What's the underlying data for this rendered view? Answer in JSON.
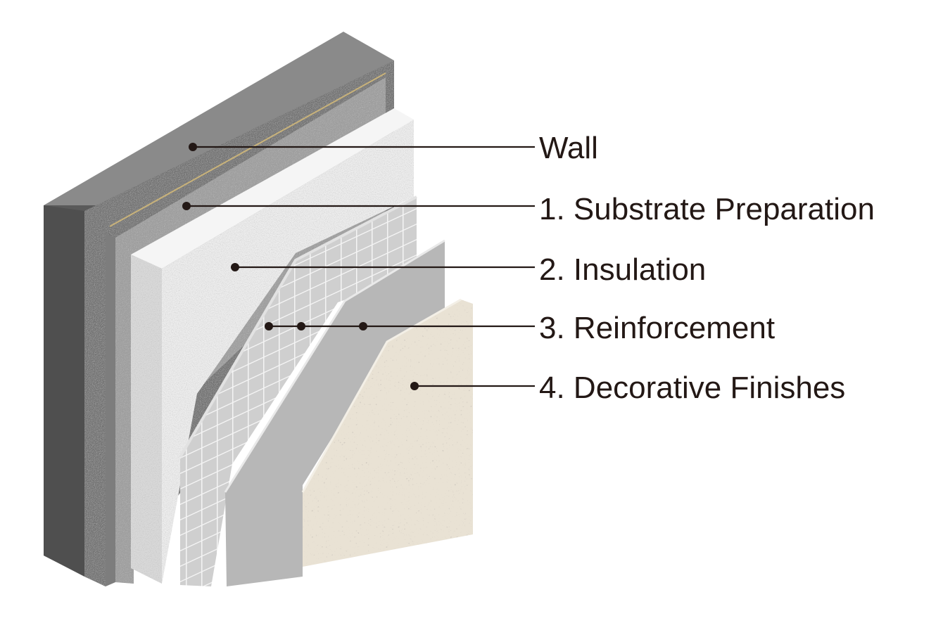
{
  "layers": [
    {
      "id": "wall",
      "label": "Wall"
    },
    {
      "id": "substrate",
      "label": "1. Substrate Preparation"
    },
    {
      "id": "insulation",
      "label": "2. Insulation"
    },
    {
      "id": "reinforcement",
      "label": "3. Reinforcement"
    },
    {
      "id": "finishes",
      "label": "4. Decorative Finishes"
    }
  ],
  "colors": {
    "wall_front": "#6e6e6e",
    "wall_side": "#5a5a5a",
    "wall_top": "#8a8a8a",
    "substrate": "#9c9c9c",
    "insulation": "#efefef",
    "mesh": "#c6c6c6",
    "basecoat": "#b7b7b7",
    "finish": "#e9e2d4",
    "leader": "#231815"
  }
}
